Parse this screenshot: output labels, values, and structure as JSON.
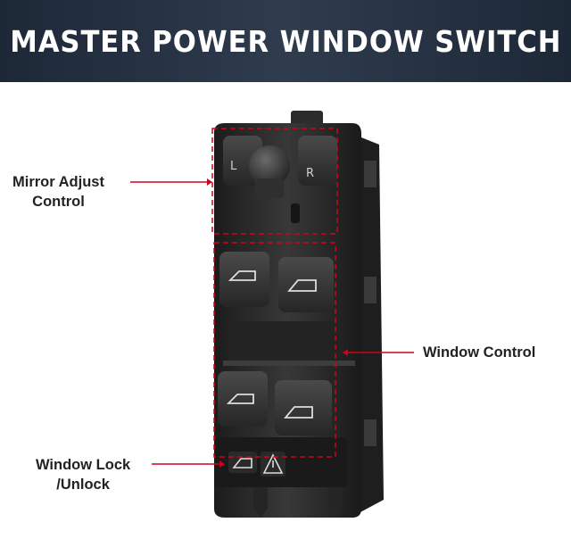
{
  "header": {
    "title": "MASTER POWER WINDOW SWITCH"
  },
  "callouts": {
    "mirror": {
      "line1": "Mirror Adjust",
      "line2": "Control"
    },
    "window_control": {
      "line1": "Window Control"
    },
    "window_lock": {
      "line1": "Window Lock",
      "line2": "/Unlock"
    }
  },
  "switch_labels": {
    "mirror_left": "L",
    "mirror_right": "R"
  },
  "colors": {
    "banner": "#2a3547",
    "callout_line": "#d0021b",
    "switch_body": "#2b2b2b"
  },
  "icons": [
    "window-up-icon",
    "window-lock-icon",
    "child-lock-icon"
  ]
}
